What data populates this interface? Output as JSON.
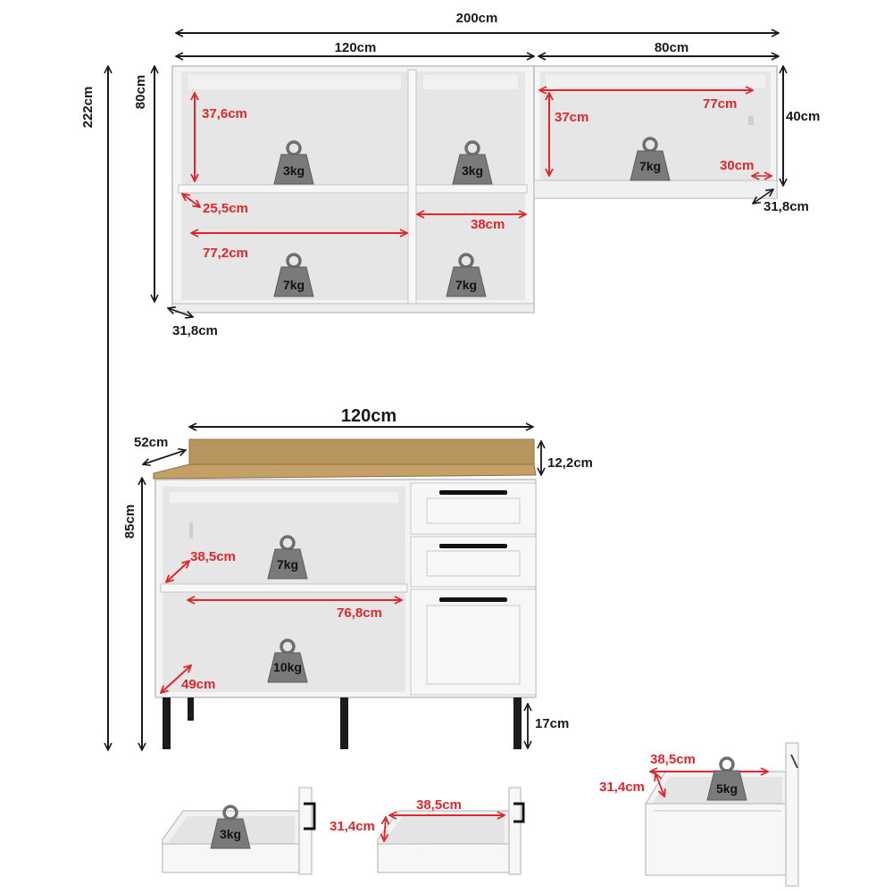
{
  "colors": {
    "dimension_line": "#1a1a1a",
    "measure_red": "#e0262b",
    "cabinet_white": "#f4f4f4",
    "cabinet_inner": "#e6e6e6",
    "countertop_wood": "#b8955e",
    "weight_grey": "#7a7a7a",
    "handle_black": "#111111"
  },
  "overall": {
    "total_width": "200cm",
    "total_height": "222cm"
  },
  "upper_left": {
    "width": "120cm",
    "height": "80cm",
    "depth": "31,8cm",
    "shelf_height": "37,6cm",
    "shelf_depth": "25,5cm",
    "inner_width": "77,2cm",
    "side_width": "38cm",
    "load_top_left": "3kg",
    "load_top_right": "3kg",
    "load_bottom_left": "7kg",
    "load_bottom_right": "7kg"
  },
  "upper_right": {
    "width": "80cm",
    "height": "40cm",
    "depth": "31,8cm",
    "inner_width": "77cm",
    "inner_height": "37cm",
    "inner_depth": "30cm",
    "load": "7kg"
  },
  "base": {
    "width": "120cm",
    "depth": "52cm",
    "backsplash": "12,2cm",
    "height": "85cm",
    "leg_height": "17cm",
    "shelf_depth_top": "38,5cm",
    "inner_width": "76,8cm",
    "shelf_depth_bottom": "49cm",
    "load_top": "7kg",
    "load_bottom": "10kg"
  },
  "drawers": {
    "drawer1_load": "3kg",
    "drawer2_width": "38,5cm",
    "drawer2_depth": "31,4cm",
    "drawer3_width": "38,5cm",
    "drawer3_depth": "31,4cm",
    "drawer3_load": "5kg"
  }
}
